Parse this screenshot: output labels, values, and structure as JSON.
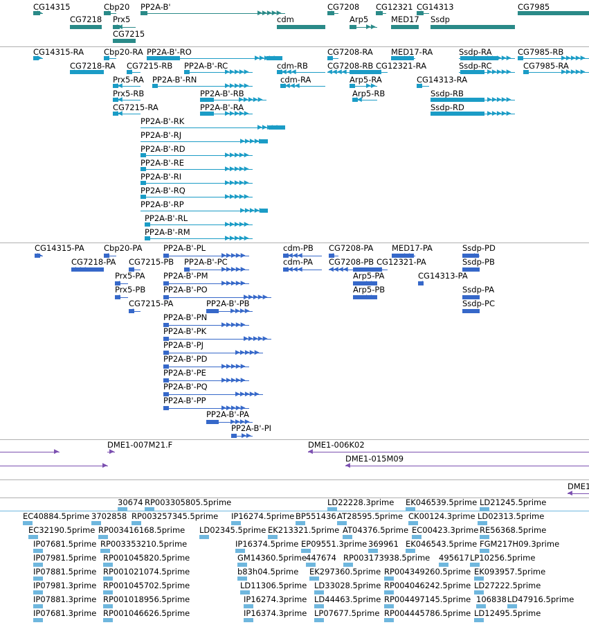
{
  "tracks": [
    {
      "name": "gene-track",
      "color": "#2a8a88",
      "features": [
        {
          "label": "CG14315"
        },
        {
          "label": "Cbp20"
        },
        {
          "label": "PP2A-B'"
        },
        {
          "label": "CG7208"
        },
        {
          "label": "CG12321"
        },
        {
          "label": "CG14313"
        },
        {
          "label": "CG7985"
        },
        {
          "label": "CG7218"
        },
        {
          "label": "Prx5"
        },
        {
          "label": "cdm"
        },
        {
          "label": "Arp5"
        },
        {
          "label": "MED17"
        },
        {
          "label": "Ssdp"
        },
        {
          "label": "CG7215"
        }
      ]
    },
    {
      "name": "transcript-track",
      "color": "#1b9cc6",
      "features": [
        {
          "label": "CG14315-RA"
        },
        {
          "label": "Cbp20-RA"
        },
        {
          "label": "PP2A-B'-RO"
        },
        {
          "label": "CG7208-RA"
        },
        {
          "label": "MED17-RA"
        },
        {
          "label": "Ssdp-RA"
        },
        {
          "label": "CG7985-RB"
        },
        {
          "label": "CG7218-RA"
        },
        {
          "label": "CG7215-RB"
        },
        {
          "label": "PP2A-B'-RC"
        },
        {
          "label": "cdm-RB"
        },
        {
          "label": "CG7208-RB"
        },
        {
          "label": "CG12321-RA"
        },
        {
          "label": "Ssdp-RC"
        },
        {
          "label": "CG7985-RA"
        },
        {
          "label": "Prx5-RA"
        },
        {
          "label": "PP2A-B'-RN"
        },
        {
          "label": "cdm-RA"
        },
        {
          "label": "Arp5-RA"
        },
        {
          "label": "CG14313-RA"
        },
        {
          "label": "Prx5-RB"
        },
        {
          "label": "PP2A-B'-RB"
        },
        {
          "label": "Arp5-RB"
        },
        {
          "label": "Ssdp-RB"
        },
        {
          "label": "CG7215-RA"
        },
        {
          "label": "PP2A-B'-RA"
        },
        {
          "label": "Ssdp-RD"
        },
        {
          "label": "PP2A-B'-RK"
        },
        {
          "label": "PP2A-B'-RJ"
        },
        {
          "label": "PP2A-B'-RD"
        },
        {
          "label": "PP2A-B'-RE"
        },
        {
          "label": "PP2A-B'-RI"
        },
        {
          "label": "PP2A-B'-RQ"
        },
        {
          "label": "PP2A-B'-RP"
        },
        {
          "label": "PP2A-B'-RL"
        },
        {
          "label": "PP2A-B'-RM"
        }
      ]
    },
    {
      "name": "protein-track",
      "color": "#3668c9",
      "features": [
        {
          "label": "CG14315-PA"
        },
        {
          "label": "Cbp20-PA"
        },
        {
          "label": "PP2A-B'-PL"
        },
        {
          "label": "cdm-PB"
        },
        {
          "label": "CG7208-PA"
        },
        {
          "label": "MED17-PA"
        },
        {
          "label": "Ssdp-PD"
        },
        {
          "label": "CG7218-PA"
        },
        {
          "label": "CG7215-PB"
        },
        {
          "label": "PP2A-B'-PC"
        },
        {
          "label": "cdm-PA"
        },
        {
          "label": "CG7208-PB"
        },
        {
          "label": "CG12321-PA"
        },
        {
          "label": "Ssdp-PB"
        },
        {
          "label": "Prx5-PA"
        },
        {
          "label": "PP2A-B'-PM"
        },
        {
          "label": "Arp5-PA"
        },
        {
          "label": "CG14313-PA"
        },
        {
          "label": "Prx5-PB"
        },
        {
          "label": "PP2A-B'-PO"
        },
        {
          "label": "Arp5-PB"
        },
        {
          "label": "Ssdp-PA"
        },
        {
          "label": "CG7215-PA"
        },
        {
          "label": "PP2A-B'-PB"
        },
        {
          "label": "Ssdp-PC"
        },
        {
          "label": "PP2A-B'-PN"
        },
        {
          "label": "PP2A-B'-PK"
        },
        {
          "label": "PP2A-B'-PJ"
        },
        {
          "label": "PP2A-B'-PD"
        },
        {
          "label": "PP2A-B'-PE"
        },
        {
          "label": "PP2A-B'-PQ"
        },
        {
          "label": "PP2A-B'-PP"
        },
        {
          "label": "PP2A-B'-PA"
        },
        {
          "label": "PP2A-B'-PI"
        }
      ]
    },
    {
      "name": "bac-track",
      "color": "#7b4fb0",
      "features": [
        {
          "label": "DME1-007M21.F"
        },
        {
          "label": "DME1-006K02"
        },
        {
          "label": "DME1-015M09"
        },
        {
          "label": "DME1"
        }
      ]
    },
    {
      "name": "est-track",
      "color": "#6fb7de",
      "features": [
        {
          "label": "30674"
        },
        {
          "label": "RP003305805.5prime"
        },
        {
          "label": "LD22228.3prime"
        },
        {
          "label": "EK046539.5prime"
        },
        {
          "label": "LD21245.5prime"
        },
        {
          "label": "EC40884.5prime"
        },
        {
          "label": "3702858"
        },
        {
          "label": "RP003257345.5prime"
        },
        {
          "label": "IP16274.5prime"
        },
        {
          "label": "BP551436"
        },
        {
          "label": "AT28595.5prime"
        },
        {
          "label": "CK00124.3prime"
        },
        {
          "label": "LD02313.5prime"
        },
        {
          "label": "EC32190.5prime"
        },
        {
          "label": "RP003416168.5prime"
        },
        {
          "label": "LD02345.5prime"
        },
        {
          "label": "EK213321.5prime"
        },
        {
          "label": "AT04376.5prime"
        },
        {
          "label": "EC00423.3prime"
        },
        {
          "label": "RE56368.5prime"
        },
        {
          "label": "IP07681.5prime"
        },
        {
          "label": "RP003353210.5prime"
        },
        {
          "label": "IP16374.5prime"
        },
        {
          "label": "EP09551.3prime"
        },
        {
          "label": "369961"
        },
        {
          "label": "EK046543.5prime"
        },
        {
          "label": "FGM217H09.3prime"
        },
        {
          "label": "IP07981.5prime"
        },
        {
          "label": "RP001045820.5prime"
        },
        {
          "label": "GM14360.5prime"
        },
        {
          "label": "447674"
        },
        {
          "label": "RP003173938.5prime"
        },
        {
          "label": "495617"
        },
        {
          "label": "LP10256.5prime"
        },
        {
          "label": "IP07881.5prime"
        },
        {
          "label": "RP001021074.5prime"
        },
        {
          "label": "b83h04.5prime"
        },
        {
          "label": "EK297360.5prime"
        },
        {
          "label": "RP004349260.5prime"
        },
        {
          "label": "EK093957.5prime"
        },
        {
          "label": "IP07981.3prime"
        },
        {
          "label": "RP001045702.5prime"
        },
        {
          "label": "LD11306.5prime"
        },
        {
          "label": "LD33028.5prime"
        },
        {
          "label": "RP004046242.5prime"
        },
        {
          "label": "LD27222.5prime"
        },
        {
          "label": "IP07881.3prime"
        },
        {
          "label": "RP001018956.5prime"
        },
        {
          "label": "IP16274.3prime"
        },
        {
          "label": "LD44463.5prime"
        },
        {
          "label": "RP004497145.5prime"
        },
        {
          "label": "106838"
        },
        {
          "label": "LD47916.5prime"
        },
        {
          "label": "IP07681.3prime"
        },
        {
          "label": "RP001046626.5prime"
        },
        {
          "label": "IP16374.3prime"
        },
        {
          "label": "LP07677.5prime"
        },
        {
          "label": "RP004445786.5prime"
        },
        {
          "label": "LD12495.5prime"
        }
      ]
    }
  ]
}
